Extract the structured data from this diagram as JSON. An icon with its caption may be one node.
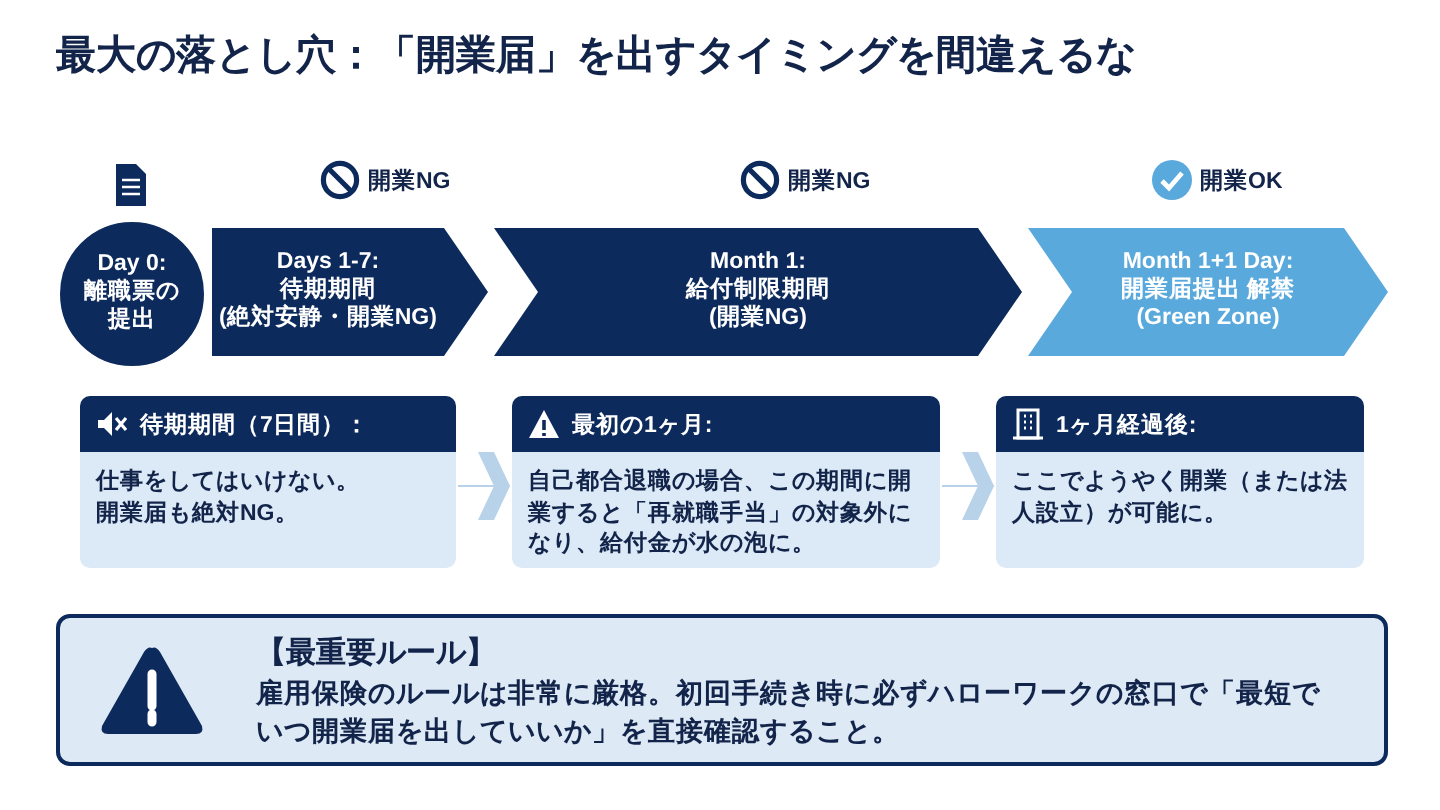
{
  "diagram": {
    "title": "最大の落とし穴：「開業届」を出すタイミングを間違えるな",
    "nodes": [
      {
        "text": [
          "Day 0:",
          "離職票の提出"
        ]
      },
      {
        "text": [
          "Days 1-7:",
          "待期期間",
          "(絶対安静・開業NG)"
        ],
        "beside": [
          "開業NG"
        ]
      },
      {
        "text": [
          "Month 1:",
          "給付制限期間",
          "(開業NG)"
        ],
        "beside": [
          "開業NG"
        ]
      },
      {
        "text": [
          "Month 1+1 Day:",
          "開業届提出 解禁",
          "(Green Zone)"
        ],
        "beside": [
          "開業OK"
        ]
      },
      {
        "text": [
          "待期期間（7日間）：",
          "仕事をしてはいけない。開業届も絶対NG。"
        ]
      },
      {
        "text": [
          "最初の1ヶ月:",
          "自己都合退職の場合、この期間に開業すると「再就職手当」の対象外になり、給付金が水の泡に。"
        ]
      },
      {
        "text": [
          "1ヶ月経過後:",
          "ここでようやく開業（または法人設立）が可能に。"
        ]
      },
      {
        "text": [
          "【最重要ルール】",
          "雇用保険のルールは非常に厳格。初回手続き時に必ずハローワークの窓口で「最短でいつ開業届を出していいか」を直接確認すること。"
        ]
      }
    ],
    "edges": [
      {
        "from": 4,
        "to": 5,
        "arrow": "to"
      },
      {
        "from": 5,
        "to": 6,
        "arrow": "to"
      }
    ]
  }
}
